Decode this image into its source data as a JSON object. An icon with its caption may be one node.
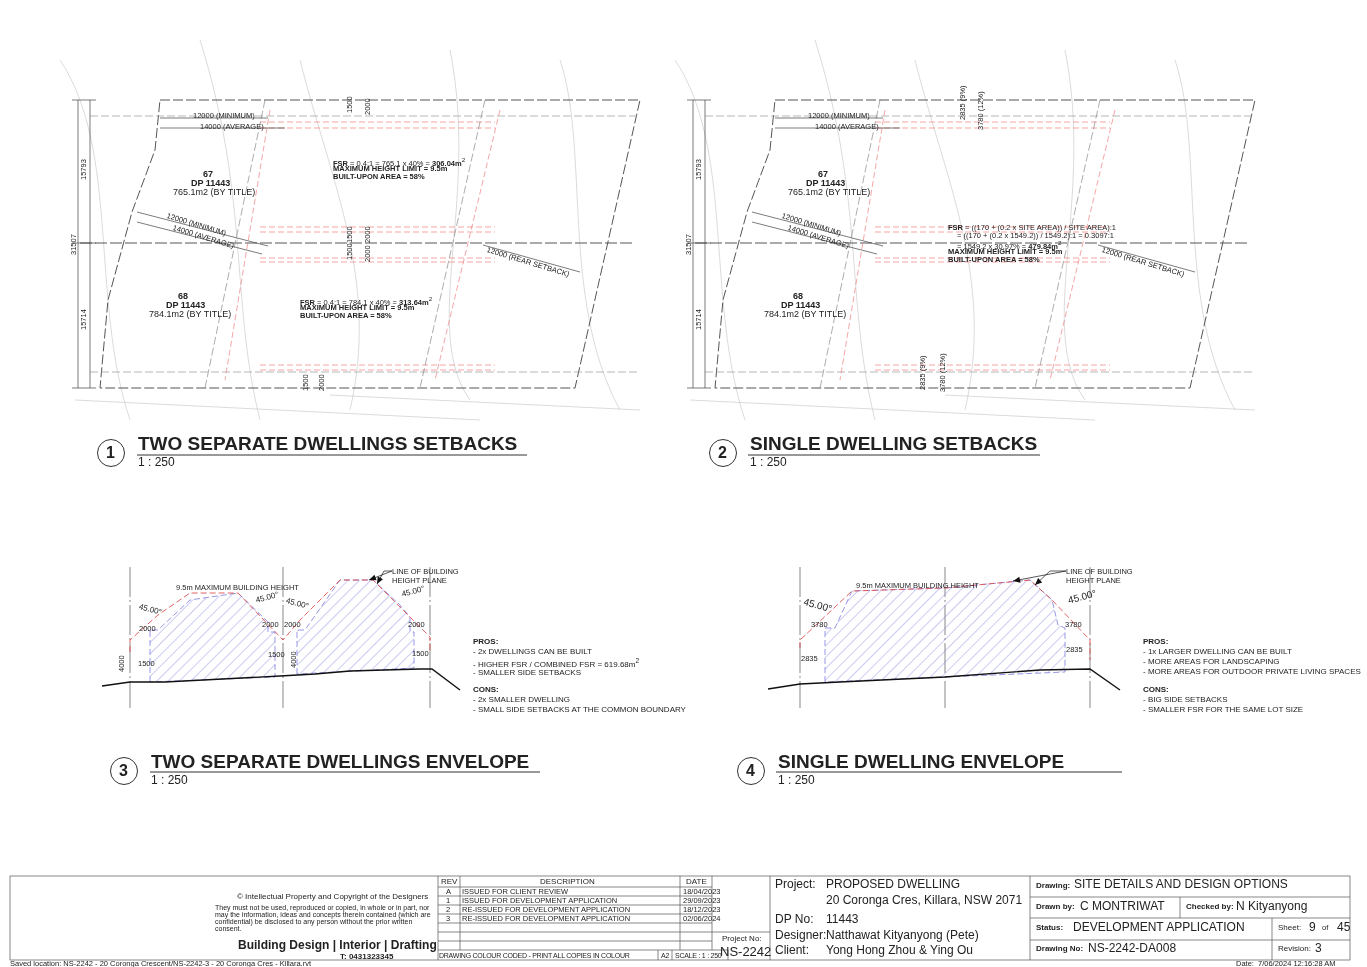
{
  "diagram": {
    "nodes": [
      {
        "text": [
          "1"
        ],
        "beside": [
          "TWO SEPARATE DWELLINGS SETBACKS",
          "1 : 250"
        ]
      },
      {
        "text": [
          "2"
        ],
        "beside": [
          "SINGLE DWELLING SETBACKS",
          "1 : 250"
        ]
      },
      {
        "text": [
          "3"
        ],
        "beside": [
          "TWO SEPARATE DWELLINGS ENVELOPE",
          "1 : 250"
        ]
      },
      {
        "text": [
          "4"
        ],
        "beside": [
          "SINGLE DWELLING  ENVELOPE",
          "1 : 250"
        ]
      },
      {
        "text": [
          "LINE OF BUILDING HEIGHT PLANE"
        ]
      },
      {
        "text": [
          "LINE OF BUILDING HEIGHT PLANE"
        ]
      }
    ],
    "edges": [
      {
        "from": 4,
        "to": null,
        "arrow": "to"
      },
      {
        "from": 4,
        "to": null,
        "arrow": "to"
      },
      {
        "from": 5,
        "to": null,
        "arrow": "to"
      },
      {
        "from": 5,
        "to": null,
        "arrow": "to"
      }
    ],
    "labels": [
      "12000 (MINIMUM)",
      "14000 (AVERAGE)",
      "1500",
      "2000",
      "15793",
      "67",
      "DP 11443",
      "765.1m2 (BY TITLE)",
      "**FSR** = 0.4:1 = 765.1 x 40% = **306.04m**$^{2}$",
      "MAXIMUM HEIGHT LIMIT = 9.5m",
      "BUILT-UPON AREA = 58%",
      "31507",
      "12000 (MINIMUM)",
      "14000 (AVERAGE)",
      "1500",
      "1500",
      "2000",
      "2000",
      "12000 (REAR SETBACK)",
      "68",
      "DP 11443",
      "784.1m2 (BY TITLE)",
      "15714",
      "**FSR** = 0.4:1 = 784.1 x 40% = **313.64m**$^{2}$",
      "MAXIMUM HEIGHT LIMIT = 9.5m",
      "BUILT-UPON AREA = 58%",
      "1500",
      "2000",
      "12000 (MINIMUM)",
      "14000 (AVERAGE)",
      "2835 (9%)",
      "3780 (12%)",
      "15793",
      "67",
      "DP 11443",
      "765.1m2 (BY TITLE)",
      "31507",
      "12000 (MINIMUM)",
      "14000 (AVERAGE)",
      "**FSR** = ((170 + (0.2 x SITE AREA)) / SITE AREA):1",
      "= ((170 + (0.2 x 1549.2)) / 1549.2):1 = 0.3097:1",
      "= 1549.2 x 30.97% = **479.84m**$^{2}$",
      "MAXIMUM HEIGHT LIMIT = 9.5m",
      "BUILT-UPON AREA = 58%",
      "12000 (REAR SETBACK)",
      "68",
      "DP 11443",
      "784.1m2 (BY TITLE)",
      "15714",
      "2835 (9%)",
      "3780 (12%)",
      "9.5m MAXIMUM BUILDING HEIGHT",
      "45.00°",
      "45.00°",
      "45.00°",
      "45.00°",
      "2000",
      "2000",
      "2000",
      "2000",
      "4000",
      "1500",
      "1500",
      "4000",
      "1500",
      "PROS:",
      "- 2x DWELLINGS CAN BE BUILT",
      "- HIGHER FSR / COMBINED FSR = 619.68m$^{2}$",
      "- SMALLER SIDE SETBACKS",
      "CONS:",
      "- 2x SMALLER DWELLING",
      "- SMALL SIDE SETBACKS AT THE COMMON BOUNDARY",
      "9.5m MAXIMUM BUILDING HEIGHT",
      "45.00°",
      "45.00°",
      "3780",
      "3780",
      "2835",
      "2835",
      "PROS:",
      "- 1x LARGER DWELLING CAN BE BUILT",
      "- MORE AREAS FOR LANDSCAPING",
      "- MORE AREAS FOR OUTDOOR PRIVATE LIVING SPACES",
      "CONS:",
      "- BIG SIDE SETBACKS",
      "- SMALLER FSR FOR THE SAME LOT SIZE",
      "© Intellectual Property and Copyright of the Designers",
      "They must not be used, reproduced or copied, in whole or in part, nor may the information, ideas and concepts therein contained (which are confidential) be disclosed to any person without the prior written consent.",
      "Building Design | Interior | Drafting",
      "T: 0431323345",
      "REV",
      "DESCRIPTION",
      "DATE",
      "A",
      "ISSUED FOR CLIENT REVIEW",
      "18/04/2023",
      "1",
      "ISSUED FOR DEVELOPMENT APPLICATION",
      "29/09/2023",
      "2",
      "RE-ISSUED FOR DEVELOPMENT APPLICATION",
      "18/12/2023",
      "3",
      "RE-ISSUED FOR DEVELOPMENT APPLICATION",
      "02/06/2024",
      "DRAWING COLOUR CODED - PRINT ALL COPIES IN COLOUR",
      "A2",
      "SCALE : 1 : 250",
      "Project No:",
      "NS-2242",
      "Project:",
      "PROPOSED DWELLING",
      "20 Coronga Cres, Killara, NSW 2071",
      "DP No:",
      "11443",
      "Designer:",
      "Natthawat Kityanyong (Pete)",
      "Client:",
      "Yong Hong Zhou & Ying Ou",
      "Drawing:",
      "SITE DETAILS AND DESIGN OPTIONS",
      "Drawn by:",
      "C MONTRIWAT",
      "Checked by:",
      "N Kityanyong",
      "Status:",
      "DEVELOPMENT APPLICATION",
      "Sheet:",
      "9",
      "of",
      "45",
      "Drawing No:",
      "NS-2242-DA008",
      "Revision:",
      "3",
      "Saved location: NS-2242 - 20 Coronga Crescent/NS-2242-3 - 20 Coronga Cres - Killara.rvt",
      "Date:",
      "7/06/2024 12:16:28 AM"
    ]
  }
}
